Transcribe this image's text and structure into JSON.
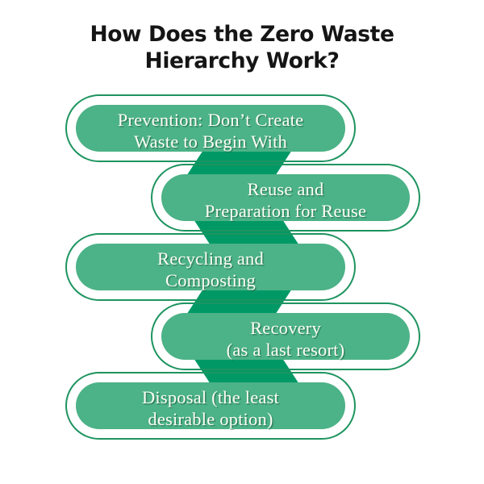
{
  "title": {
    "line1": "How Does the Zero Waste",
    "line2": "Hierarchy Work?"
  },
  "colors": {
    "background": "#ffffff",
    "bar_fill": "#4CB287",
    "bar_outline": "#1E9460",
    "connector": "#009966",
    "text_on_bar": "#FDFDF4",
    "title_text": "#151515"
  },
  "diagram": {
    "type": "hierarchy-flow",
    "orientation": "vertical-zigzag",
    "step_count": 5,
    "steps": [
      {
        "rank": 1,
        "align": "left",
        "line1": "Prevention: Don’t Create",
        "line2": "Waste to Begin With"
      },
      {
        "rank": 2,
        "align": "right",
        "line1": "Reuse and",
        "line2": "Preparation for Reuse"
      },
      {
        "rank": 3,
        "align": "left",
        "line1": "Recycling and",
        "line2": "Composting"
      },
      {
        "rank": 4,
        "align": "right",
        "line1": "Recovery",
        "line2": "(as a last resort)"
      },
      {
        "rank": 5,
        "align": "left",
        "line1": "Disposal (the least",
        "line2": "desirable option)"
      }
    ],
    "connectors": [
      {
        "from": 1,
        "to": 2,
        "slant": "left-down"
      },
      {
        "from": 2,
        "to": 3,
        "slant": "right-down"
      },
      {
        "from": 3,
        "to": 4,
        "slant": "left-down"
      },
      {
        "from": 4,
        "to": 5,
        "slant": "right-down"
      }
    ]
  }
}
